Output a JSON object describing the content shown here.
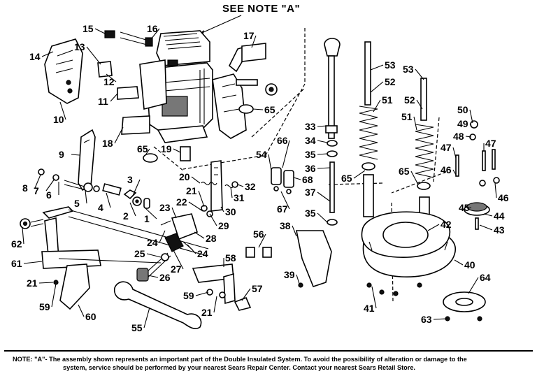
{
  "header_note": "SEE NOTE \"A\"",
  "footer_note": {
    "line1": "NOTE: \"A\"- The assembly shown represents an important part of the Double Insulated System.  To avoid the possibility of alteration or damage to the",
    "line2": "system, service should be performed by your nearest Sears Repair Center.  Contact your nearest Sears Retail Store."
  },
  "part_numbers": [
    "1",
    "2",
    "3",
    "4",
    "5",
    "6",
    "7",
    "8",
    "9",
    "10",
    "11",
    "12",
    "13",
    "14",
    "15",
    "16",
    "17",
    "18",
    "19",
    "20",
    "21",
    "22",
    "23",
    "24",
    "25",
    "26",
    "27",
    "28",
    "29",
    "30",
    "31",
    "32",
    "33",
    "34",
    "35",
    "36",
    "37",
    "38",
    "39",
    "40",
    "41",
    "42",
    "43",
    "44",
    "45",
    "46",
    "47",
    "48",
    "49",
    "50",
    "51",
    "52",
    "53",
    "54",
    "55",
    "56",
    "57",
    "58",
    "59",
    "60",
    "61",
    "62",
    "63",
    "64",
    "65",
    "66",
    "67",
    "68"
  ]
}
